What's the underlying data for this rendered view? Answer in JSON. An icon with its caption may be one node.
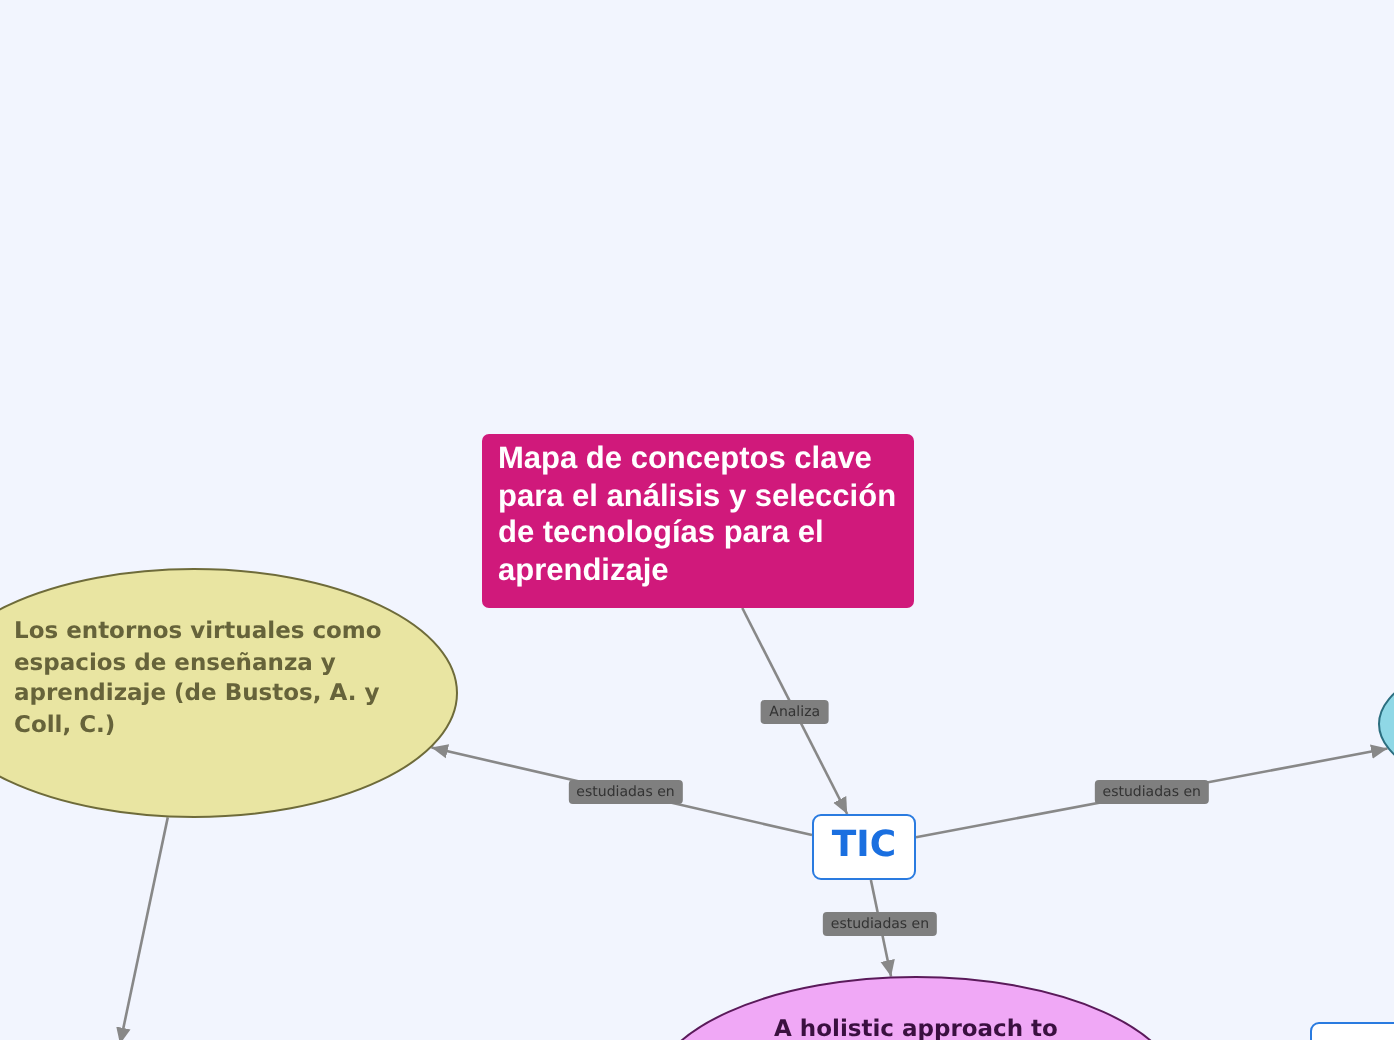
{
  "diagram": {
    "nodes": [
      {
        "text": [
          "Mapa de conceptos clave para el análisis y selección de tecnologías para el aprendizaje"
        ]
      },
      {
        "text": [
          "TIC"
        ]
      },
      {
        "text": [
          "Los entornos virtuales como espacios de enseñanza y aprendizaje (de Bustos, A. y Coll, C.)"
        ]
      },
      {
        "text": [],
        "shape": "ellipse"
      },
      {
        "text": [
          "A holistic approach to"
        ]
      },
      {
        "text": [],
        "shape": "box"
      }
    ],
    "edges": [
      {
        "from": 0,
        "to": 1,
        "arrow": "to",
        "label": "Analiza"
      },
      {
        "from": 1,
        "to": 2,
        "arrow": "to",
        "label": "estudiadas en"
      },
      {
        "from": 1,
        "to": 3,
        "arrow": "to",
        "label": "estudiadas en"
      },
      {
        "from": 1,
        "to": 4,
        "arrow": "to",
        "label": "estudiadas en"
      },
      {
        "from": 2,
        "to": null,
        "arrow": "to"
      }
    ]
  }
}
